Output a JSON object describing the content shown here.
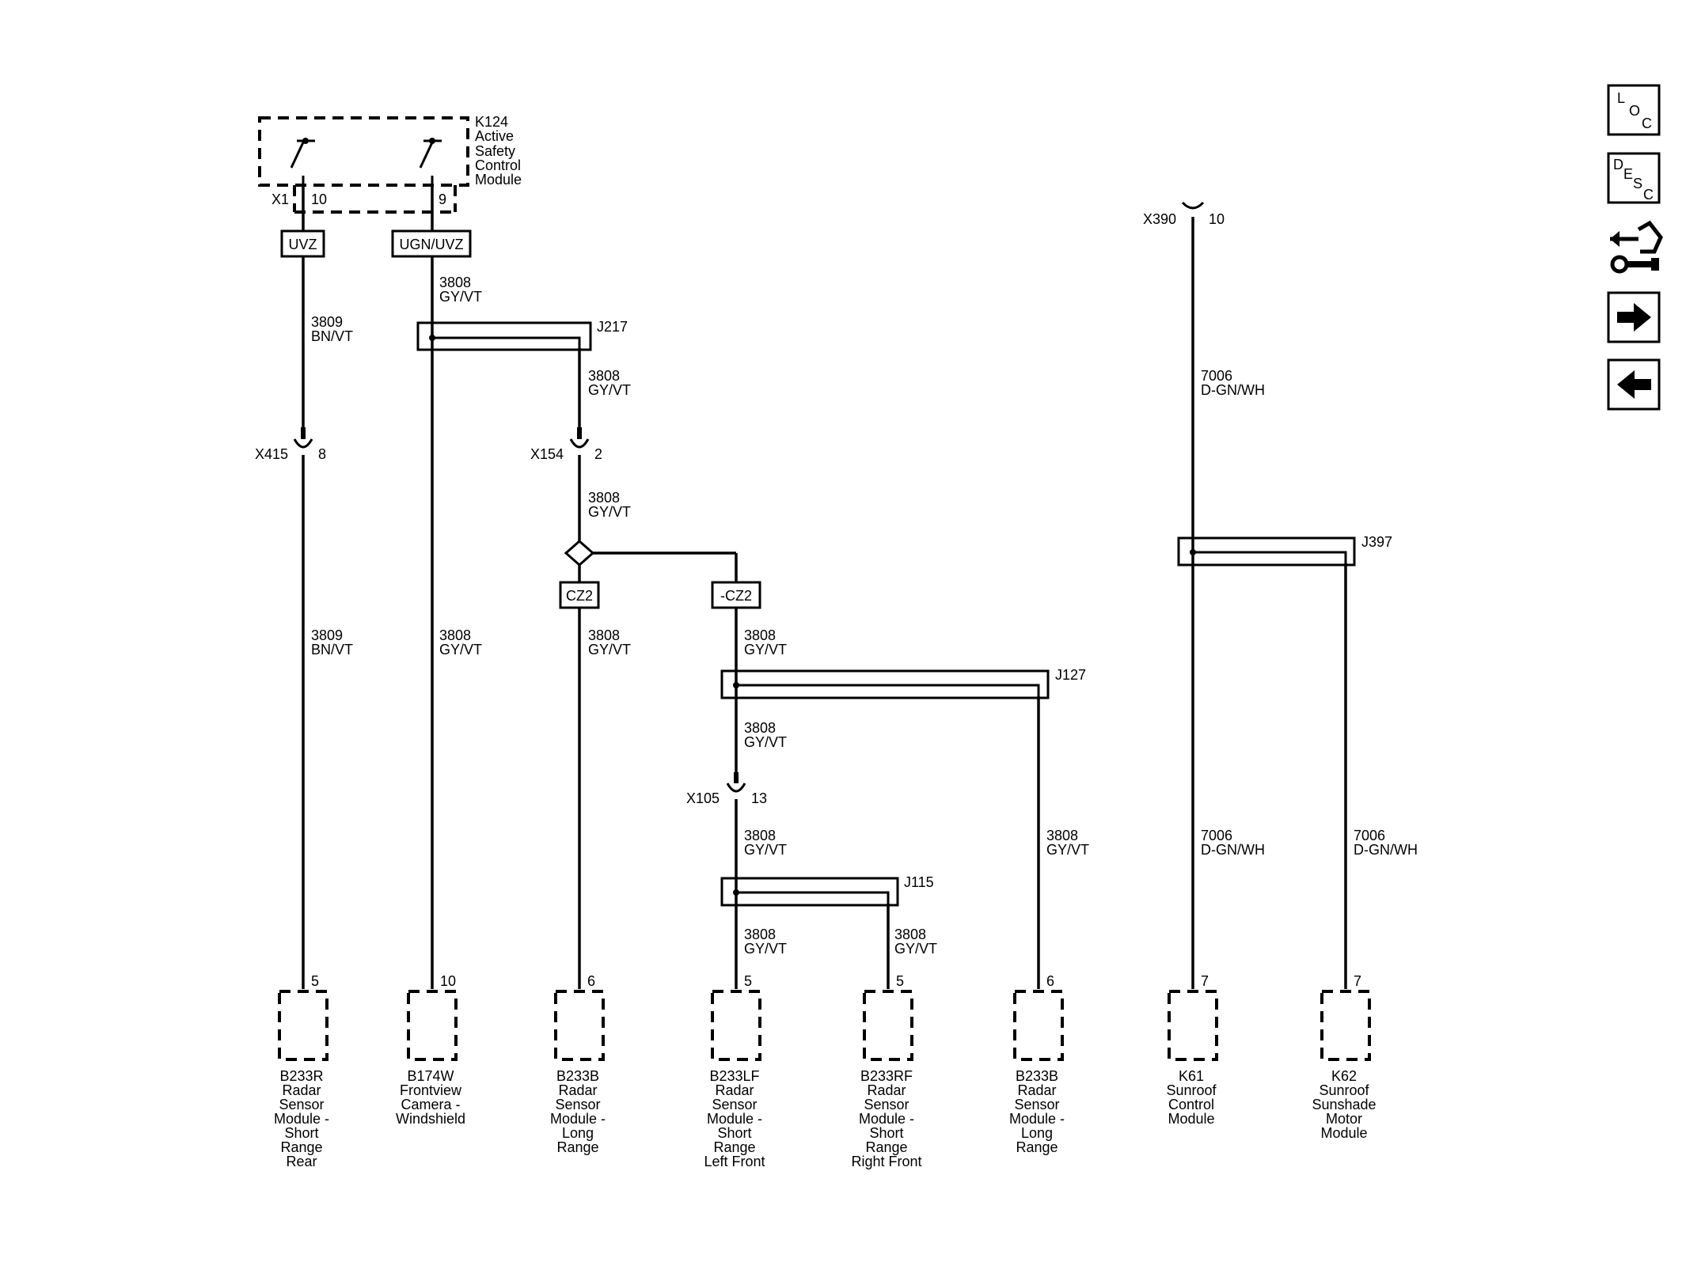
{
  "colors": {
    "ink": "#000000",
    "background": "#ffffff"
  },
  "k124": {
    "ref": "K124",
    "name_lines": [
      "Active",
      "Safety",
      "Control",
      "Module"
    ],
    "connector": "X1",
    "pin_left": "10",
    "pin_right": "9"
  },
  "options": {
    "uvz": "UVZ",
    "ugn_uvz": "UGN/UVZ",
    "cz2": "CZ2",
    "not_cz2": "-CZ2"
  },
  "wires": {
    "w3809": [
      "3809",
      "BN/VT"
    ],
    "w3808": [
      "3808",
      "GY/VT"
    ],
    "w7006": [
      "7006",
      "D-GN/WH"
    ]
  },
  "splices": {
    "j217": "J217",
    "j127": "J127",
    "j115": "J115",
    "j397": "J397"
  },
  "inline_connectors": {
    "x415": {
      "ref": "X415",
      "pin": "8"
    },
    "x154": {
      "ref": "X154",
      "pin": "2"
    },
    "x105": {
      "ref": "X105",
      "pin": "13"
    },
    "x390": {
      "ref": "X390",
      "pin": "10"
    }
  },
  "components": [
    {
      "pin": "5",
      "lines": [
        "B233R",
        "Radar",
        "Sensor",
        "Module -",
        "Short",
        "Range",
        "Rear"
      ]
    },
    {
      "pin": "10",
      "lines": [
        "B174W",
        "Frontview",
        "Camera -",
        "Windshield"
      ]
    },
    {
      "pin": "6",
      "lines": [
        "B233B",
        "Radar",
        "Sensor",
        "Module -",
        "Long",
        "Range"
      ]
    },
    {
      "pin": "5",
      "lines": [
        "B233LF",
        "Radar",
        "Sensor",
        "Module -",
        "Short",
        "Range",
        "Left Front"
      ]
    },
    {
      "pin": "5",
      "lines": [
        "B233RF",
        "Radar",
        "Sensor",
        "Module -",
        "Short",
        "Range",
        "Right Front"
      ]
    },
    {
      "pin": "6",
      "lines": [
        "B233B",
        "Radar",
        "Sensor",
        "Module -",
        "Long",
        "Range"
      ]
    },
    {
      "pin": "7",
      "lines": [
        "K61",
        "Sunroof",
        "Control",
        "Module"
      ]
    },
    {
      "pin": "7",
      "lines": [
        "K62",
        "Sunroof",
        "Sunshade",
        "Motor",
        "Module"
      ]
    }
  ],
  "nav": {
    "loc_letters": [
      "L",
      "O",
      "C"
    ],
    "desc_letters": [
      "D",
      "E",
      "S",
      "C"
    ],
    "icons": [
      "loc-icon",
      "desc-icon",
      "connector-wrench-icon",
      "arrow-right-icon",
      "arrow-left-icon"
    ]
  }
}
